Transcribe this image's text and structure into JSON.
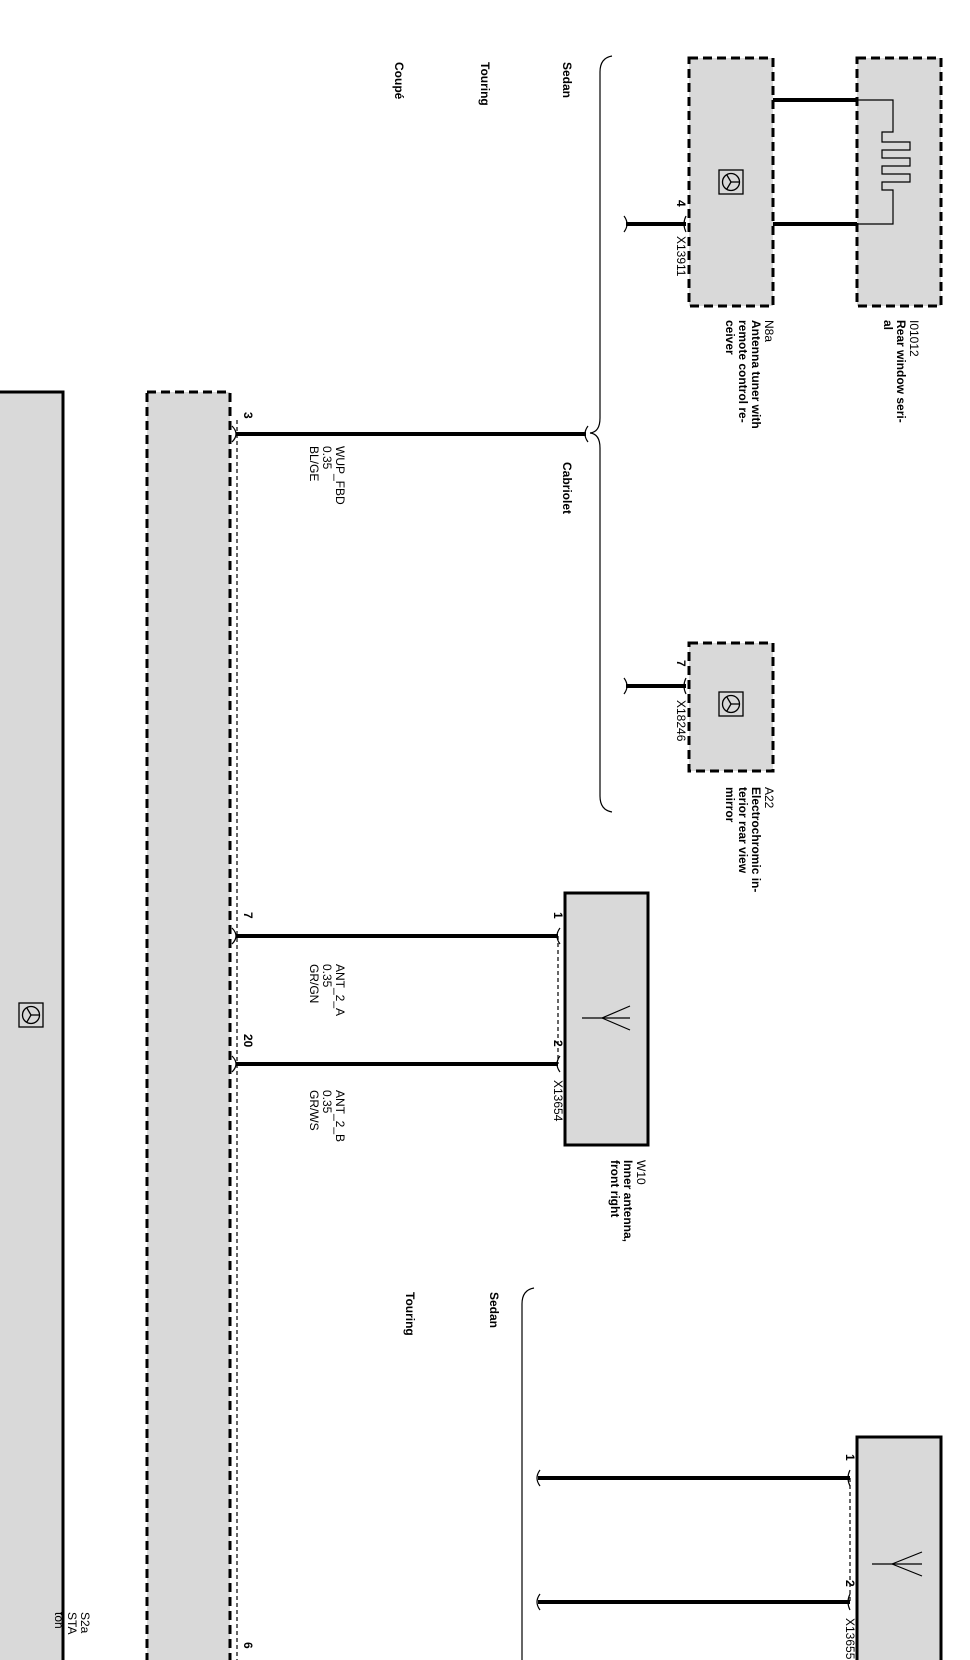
{
  "variants": {
    "sedan": "Sedan",
    "touring": "Touring",
    "coupe": "Coupé",
    "cabriolet": "Cabriolet"
  },
  "components": {
    "i01012": {
      "id": "I01012",
      "name": "Rear window seri-al"
    },
    "n8a": {
      "id": "N8a",
      "name": "Antenna tuner with remote control re-ceiver",
      "connector": "X13911",
      "pin": "4"
    },
    "a22": {
      "id": "A22",
      "name": "Electrochromic in-terior rear view mirror",
      "connector": "X18246",
      "pin": "7"
    },
    "w10": {
      "id": "W10",
      "name": "Inner antenna, front right",
      "connector": "X13654",
      "pin1": "1",
      "pin2": "2"
    },
    "second_antenna": {
      "connector": "X13655",
      "pin1": "1",
      "pin2": "2"
    },
    "bottom_unit": {
      "label_line1": "S2a",
      "label_line2": "STA",
      "label_line3": "ton"
    }
  },
  "wires": {
    "wup": {
      "signal": "WUP_FBD",
      "gauge": "0.35",
      "color": "BL/GE",
      "pin": "3"
    },
    "ant2a": {
      "signal": "ANT_2_A",
      "gauge": "0.35",
      "color": "GR/GN",
      "pin": "7"
    },
    "ant2b": {
      "signal": "ANT_2_B",
      "gauge": "0.35",
      "color": "GR/WS",
      "pin": "20"
    },
    "bottom_pin": "6"
  },
  "icons": [
    "mercedes-star-icon",
    "antenna-icon",
    "defroster-heating-element-icon"
  ]
}
